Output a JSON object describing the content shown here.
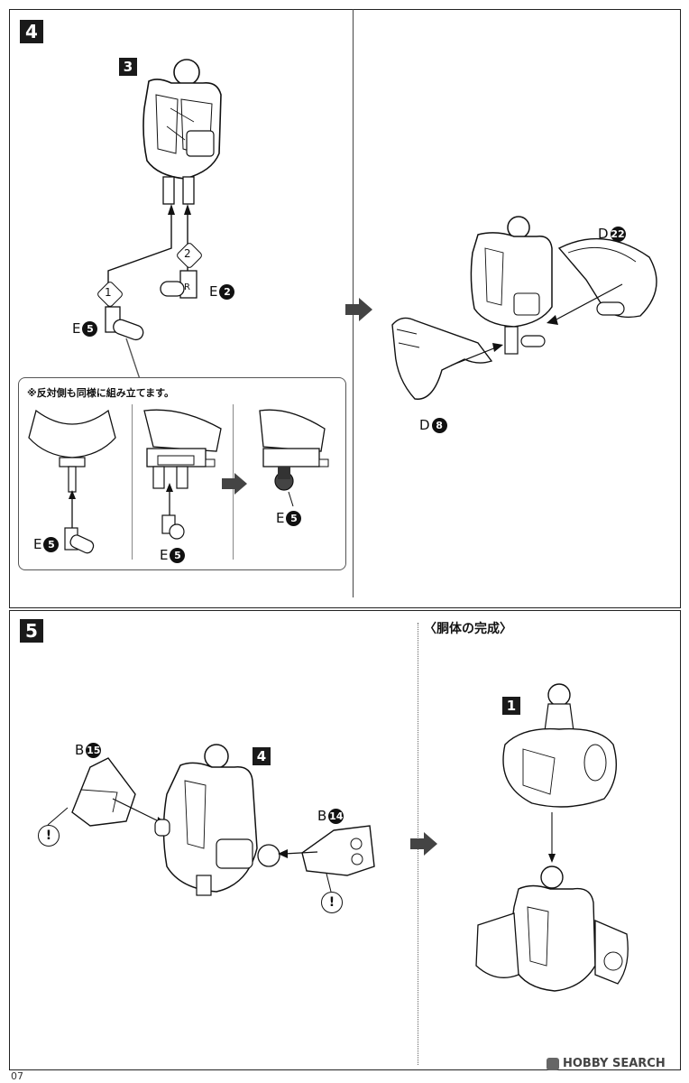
{
  "steps": {
    "s4": {
      "number": "4"
    },
    "s3": {
      "number": "3"
    },
    "s5": {
      "number": "5"
    },
    "s4b": {
      "number": "4"
    },
    "s1": {
      "number": "1"
    }
  },
  "parts": {
    "e2": {
      "letter": "E",
      "num": "2"
    },
    "e5a": {
      "letter": "E",
      "num": "5"
    },
    "e5b": {
      "letter": "E",
      "num": "5"
    },
    "e5c": {
      "letter": "E",
      "num": "5"
    },
    "e5d": {
      "letter": "E",
      "num": "5"
    },
    "d22": {
      "letter": "D",
      "num": "22"
    },
    "d8": {
      "letter": "D",
      "num": "8"
    },
    "b15": {
      "letter": "B",
      "num": "15"
    },
    "b14": {
      "letter": "B",
      "num": "14"
    }
  },
  "order": {
    "one": "1",
    "two": "2",
    "r_mark": "R"
  },
  "note_text": "※反対側も同様に組み立てます。",
  "complete_title": "〈胴体の完成〉",
  "warning_mark": "!",
  "watermark": {
    "brand": "HOBBY SEARCH"
  },
  "page_number": "07"
}
